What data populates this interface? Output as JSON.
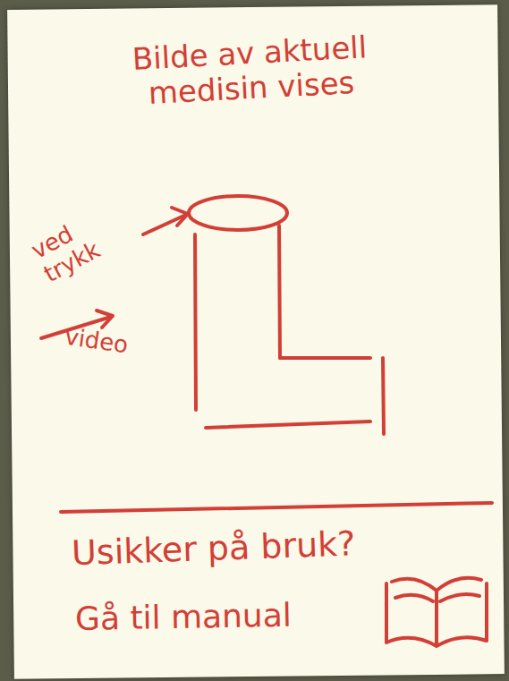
{
  "diagram": {
    "title": "Bilde av aktuell medisin vises",
    "labels": [
      "ved trykk",
      "video",
      "Usikker på bruk?",
      "Gå til manual"
    ]
  }
}
